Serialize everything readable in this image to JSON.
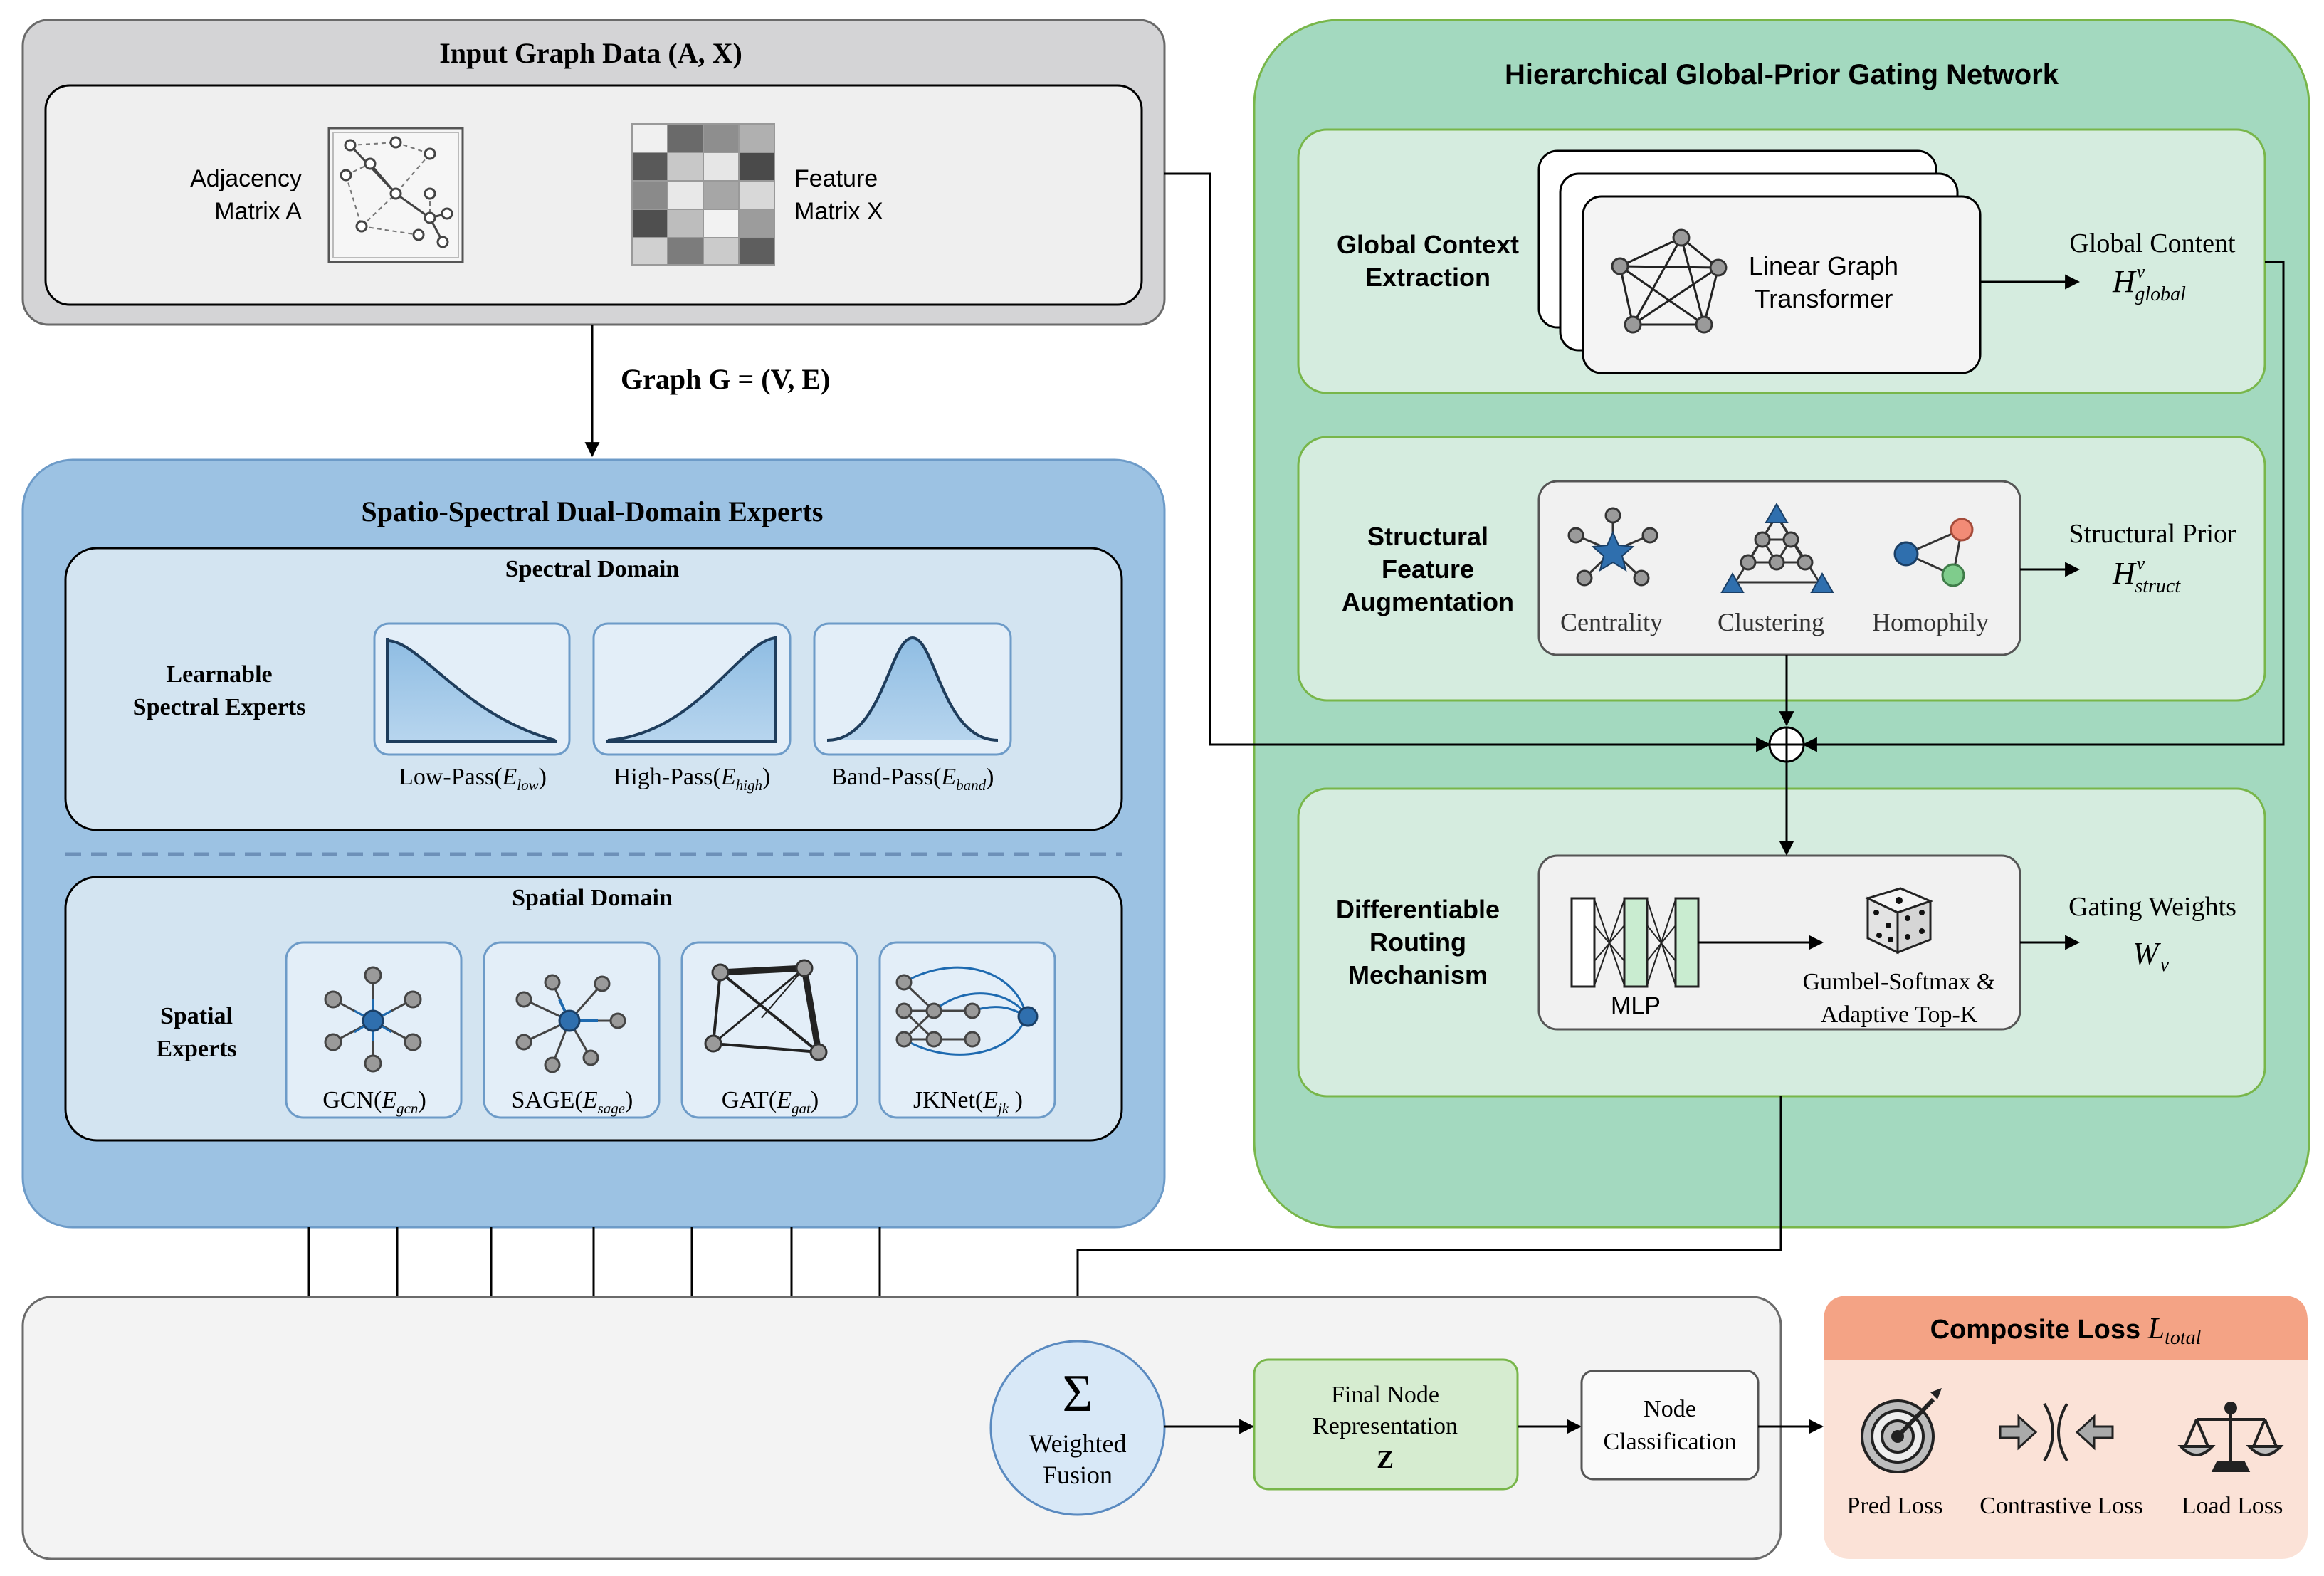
{
  "input": {
    "title": "Input Graph Data (A, X)",
    "adjacency_label_1": "Adjacency",
    "adjacency_label_2": "Matrix A",
    "feature_label_1": "Feature",
    "feature_label_2": "Matrix X",
    "graph_label": "Graph G = (V, E)"
  },
  "experts": {
    "title": "Spatio-Spectral Dual-Domain Experts",
    "spectral": {
      "title": "Spectral Domain",
      "side_label_1": "Learnable",
      "side_label_2": "Spectral Experts",
      "filters": [
        {
          "label": "Low-Pass(",
          "sym": "E",
          "sub": "low",
          "close": ")"
        },
        {
          "label": "High-Pass(",
          "sym": "E",
          "sub": "high",
          "close": ")"
        },
        {
          "label": "Band-Pass(",
          "sym": "E",
          "sub": "band",
          "close": ")"
        }
      ]
    },
    "spatial": {
      "title": "Spatial Domain",
      "side_label_1": "Spatial",
      "side_label_2": "Experts",
      "models": [
        {
          "label": "GCN(",
          "sym": "E",
          "sub": "gcn",
          "close": ")"
        },
        {
          "label": "SAGE(",
          "sym": "E",
          "sub": "sage",
          "close": ")"
        },
        {
          "label": "GAT(",
          "sym": "E",
          "sub": "gat",
          "close": ")"
        },
        {
          "label": "JKNet(",
          "sym": "E",
          "sub": "jk",
          "close": " )"
        }
      ]
    }
  },
  "gating": {
    "title": "Hierarchical Global-Prior Gating Network",
    "global": {
      "label_1": "Global Context",
      "label_2": "Extraction",
      "box_1": "Linear Graph",
      "box_2": "Transformer",
      "out_label": "Global Content",
      "out_sym": "H",
      "out_sup": "v",
      "out_sub": "global"
    },
    "structural": {
      "label_1": "Structural",
      "label_2": "Feature",
      "label_3": "Augmentation",
      "icons": [
        "Centrality",
        "Clustering",
        "Homophily"
      ],
      "out_label": "Structural Prior",
      "out_sym": "H",
      "out_sup": "v",
      "out_sub": "struct"
    },
    "routing": {
      "label_1": "Differentiable",
      "label_2": "Routing",
      "label_3": "Mechanism",
      "mlp_label": "MLP",
      "gumbel_1": "Gumbel-Softmax &",
      "gumbel_2": "Adaptive Top-K",
      "out_label": "Gating Weights",
      "out_sym": "W",
      "out_sub": "v"
    }
  },
  "fusion": {
    "symbol": "Σ",
    "label_1": "Weighted",
    "label_2": "Fusion",
    "final_1": "Final Node",
    "final_2": "Representation",
    "final_3": "Z",
    "class_1": "Node",
    "class_2": "Classification"
  },
  "loss": {
    "title": "Composite Loss ",
    "sym": "L",
    "sub": "total",
    "items": [
      "Pred Loss",
      "Contrastive Loss",
      "Load Loss"
    ]
  },
  "colors": {
    "gray_panel": "#d4d4d6",
    "blue_panel": "#9cc2e3",
    "blue_inner": "#d3e4f1",
    "green_panel": "#a3d9bf",
    "green_inner": "#d5ecdf",
    "loss_header": "#f4a385",
    "loss_body": "#fbe2d7",
    "fusion_circle": "#d8e8f7",
    "final_box": "#d6ecd0"
  }
}
